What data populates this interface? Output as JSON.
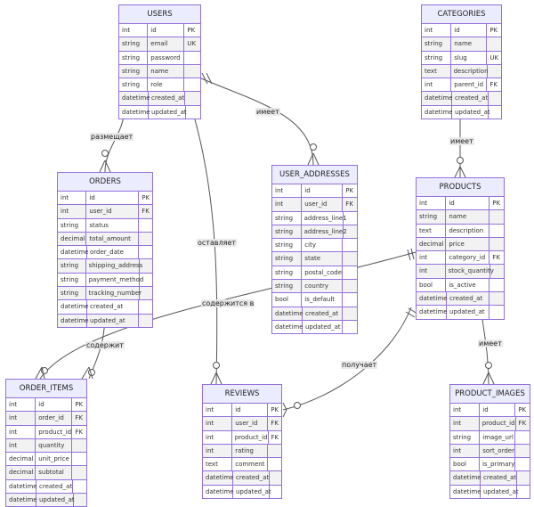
{
  "entities": {
    "users": {
      "name": "USERS",
      "rows": [
        [
          "int",
          "id",
          "PK"
        ],
        [
          "string",
          "email",
          "UK"
        ],
        [
          "string",
          "password",
          ""
        ],
        [
          "string",
          "name",
          ""
        ],
        [
          "string",
          "role",
          ""
        ],
        [
          "datetime",
          "created_at",
          ""
        ],
        [
          "datetime",
          "updated_at",
          ""
        ]
      ]
    },
    "categories": {
      "name": "CATEGORIES",
      "rows": [
        [
          "int",
          "id",
          "PK"
        ],
        [
          "string",
          "name",
          ""
        ],
        [
          "string",
          "slug",
          "UK"
        ],
        [
          "text",
          "description",
          ""
        ],
        [
          "int",
          "parent_id",
          "FK"
        ],
        [
          "datetime",
          "created_at",
          ""
        ],
        [
          "datetime",
          "updated_at",
          ""
        ]
      ]
    },
    "orders": {
      "name": "ORDERS",
      "rows": [
        [
          "int",
          "id",
          "PK"
        ],
        [
          "int",
          "user_id",
          "FK"
        ],
        [
          "string",
          "status",
          ""
        ],
        [
          "decimal",
          "total_amount",
          ""
        ],
        [
          "datetime",
          "order_date",
          ""
        ],
        [
          "string",
          "shipping_address",
          ""
        ],
        [
          "string",
          "payment_method",
          ""
        ],
        [
          "string",
          "tracking_number",
          ""
        ],
        [
          "datetime",
          "created_at",
          ""
        ],
        [
          "datetime",
          "updated_at",
          ""
        ]
      ]
    },
    "user_addresses": {
      "name": "USER_ADDRESSES",
      "rows": [
        [
          "int",
          "id",
          "PK"
        ],
        [
          "int",
          "user_id",
          "FK"
        ],
        [
          "string",
          "address_line1",
          ""
        ],
        [
          "string",
          "address_line2",
          ""
        ],
        [
          "string",
          "city",
          ""
        ],
        [
          "string",
          "state",
          ""
        ],
        [
          "string",
          "postal_code",
          ""
        ],
        [
          "string",
          "country",
          ""
        ],
        [
          "bool",
          "is_default",
          ""
        ],
        [
          "datetime",
          "created_at",
          ""
        ],
        [
          "datetime",
          "updated_at",
          ""
        ]
      ]
    },
    "products": {
      "name": "PRODUCTS",
      "rows": [
        [
          "int",
          "id",
          "PK"
        ],
        [
          "string",
          "name",
          ""
        ],
        [
          "text",
          "description",
          ""
        ],
        [
          "decimal",
          "price",
          ""
        ],
        [
          "int",
          "category_id",
          "FK"
        ],
        [
          "int",
          "stock_quantity",
          ""
        ],
        [
          "bool",
          "is_active",
          ""
        ],
        [
          "datetime",
          "created_at",
          ""
        ],
        [
          "datetime",
          "updated_at",
          ""
        ]
      ]
    },
    "order_items": {
      "name": "ORDER_ITEMS",
      "rows": [
        [
          "int",
          "id",
          "PK"
        ],
        [
          "int",
          "order_id",
          "FK"
        ],
        [
          "int",
          "product_id",
          "FK"
        ],
        [
          "int",
          "quantity",
          ""
        ],
        [
          "decimal",
          "unit_price",
          ""
        ],
        [
          "decimal",
          "subtotal",
          ""
        ],
        [
          "datetime",
          "created_at",
          ""
        ],
        [
          "datetime",
          "updated_at",
          ""
        ]
      ]
    },
    "reviews": {
      "name": "REVIEWS",
      "rows": [
        [
          "int",
          "id",
          "PK"
        ],
        [
          "int",
          "user_id",
          "FK"
        ],
        [
          "int",
          "product_id",
          "FK"
        ],
        [
          "int",
          "rating",
          ""
        ],
        [
          "text",
          "comment",
          ""
        ],
        [
          "datetime",
          "created_at",
          ""
        ],
        [
          "datetime",
          "updated_at",
          ""
        ]
      ]
    },
    "product_images": {
      "name": "PRODUCT_IMAGES",
      "rows": [
        [
          "int",
          "id",
          "PK"
        ],
        [
          "int",
          "product_id",
          "FK"
        ],
        [
          "string",
          "image_url",
          ""
        ],
        [
          "int",
          "sort_order",
          ""
        ],
        [
          "bool",
          "is_primary",
          ""
        ],
        [
          "datetime",
          "created_at",
          ""
        ],
        [
          "datetime",
          "updated_at",
          ""
        ]
      ]
    }
  },
  "relationships": {
    "users_orders": "размещает",
    "users_addresses": "имеет",
    "users_reviews": "оставляет",
    "categories_products": "имеет",
    "orders_items": "содержит",
    "products_items": "содержится в",
    "products_reviews": "получает",
    "products_images": "имеет"
  }
}
